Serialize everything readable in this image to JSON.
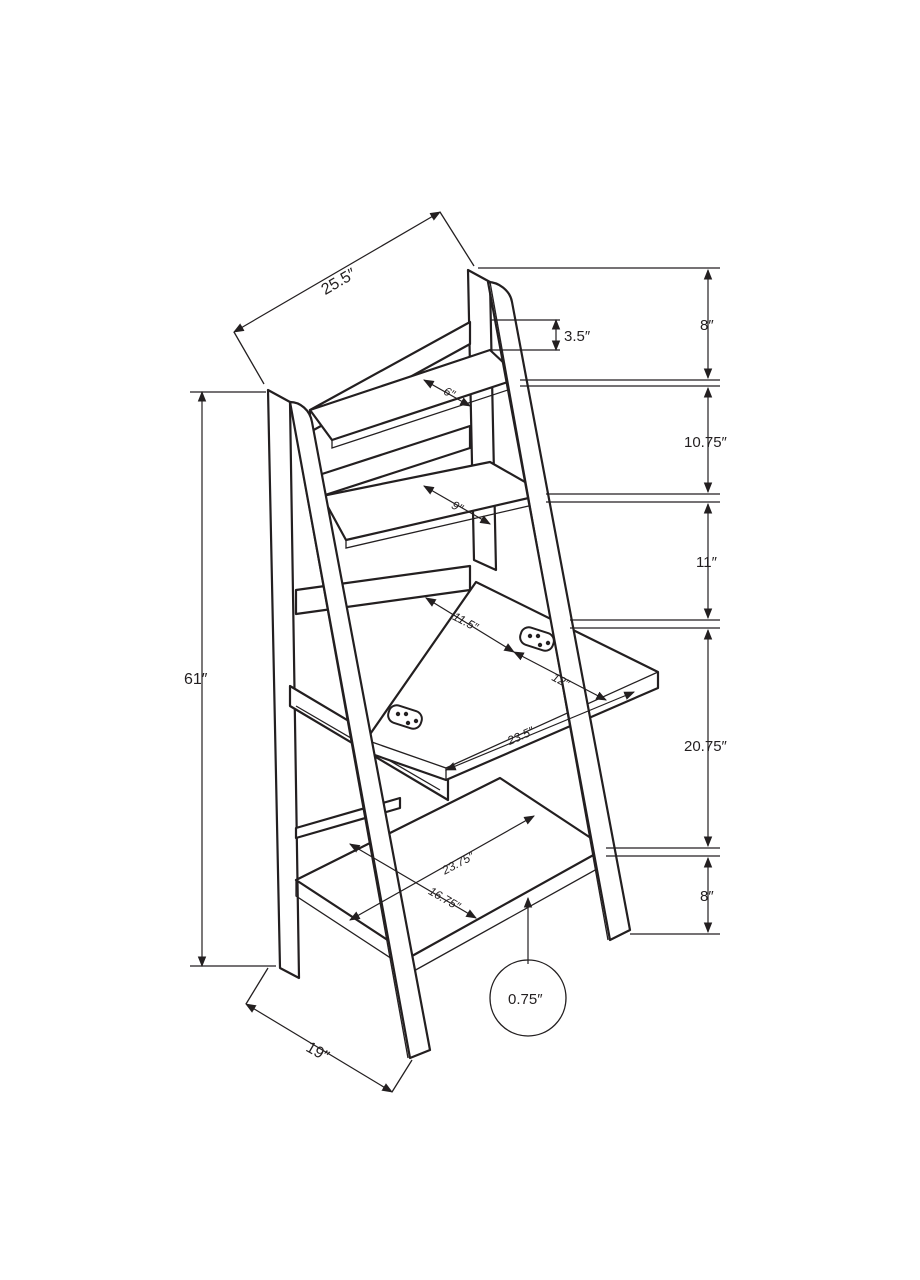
{
  "dimensions": {
    "width": "25.5″",
    "height": "61″",
    "depth": "19″",
    "top_rail": "3.5″",
    "shelf_gap_top": "8″",
    "shelf_gap_2": "10.75″",
    "shelf_gap_3": "11″",
    "desk_gap": "20.75″",
    "bottom_gap": "8″",
    "shelf1_depth": "6″",
    "shelf2_depth": "9″",
    "desk_inner_depth": "11.5″",
    "desk_outer_depth": "12″",
    "desk_width": "23.5″",
    "bottom_width": "23.75″",
    "bottom_depth": "16.75″",
    "thickness": "0.75″"
  }
}
